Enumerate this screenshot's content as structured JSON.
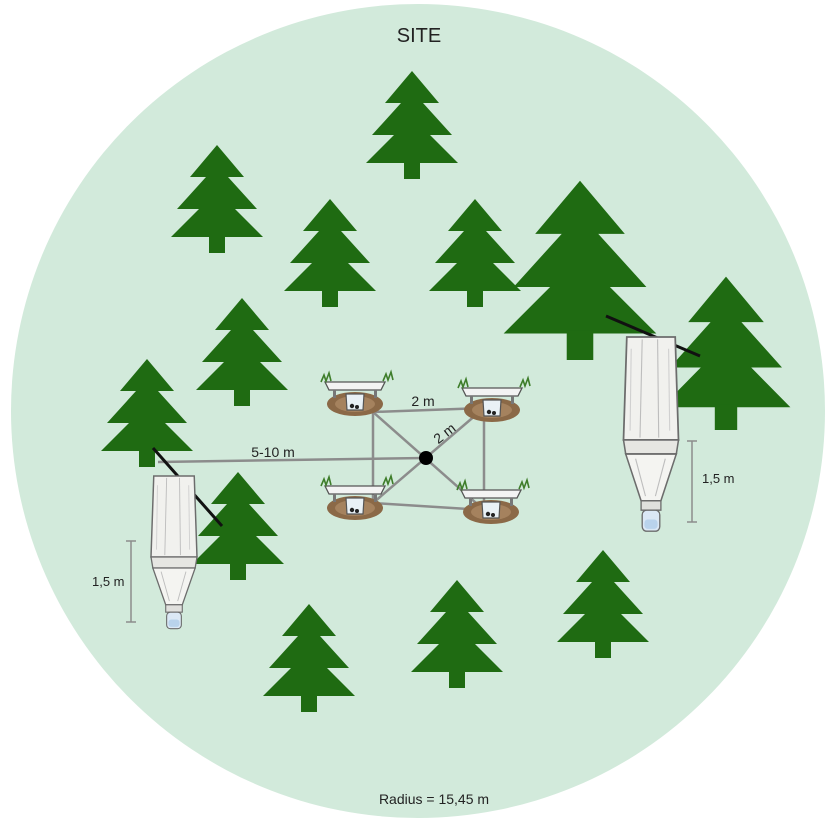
{
  "site_label": "SITE",
  "radius_label": "Radius = 15,45 m",
  "labels": {
    "side": "2 m",
    "diagonal": "2 m",
    "offset": "5-10 m",
    "left_height": "1,5 m",
    "right_height": "1,5 m"
  },
  "colors": {
    "site_fill": "#d2eadb",
    "tree": "#1f6b12",
    "line": "#8c8c8c",
    "center": "#000000"
  },
  "icons": {
    "tree": "conifer-tree-icon",
    "trap": "flight-interception-trap-icon",
    "pitfall": "pitfall-trap-icon"
  }
}
